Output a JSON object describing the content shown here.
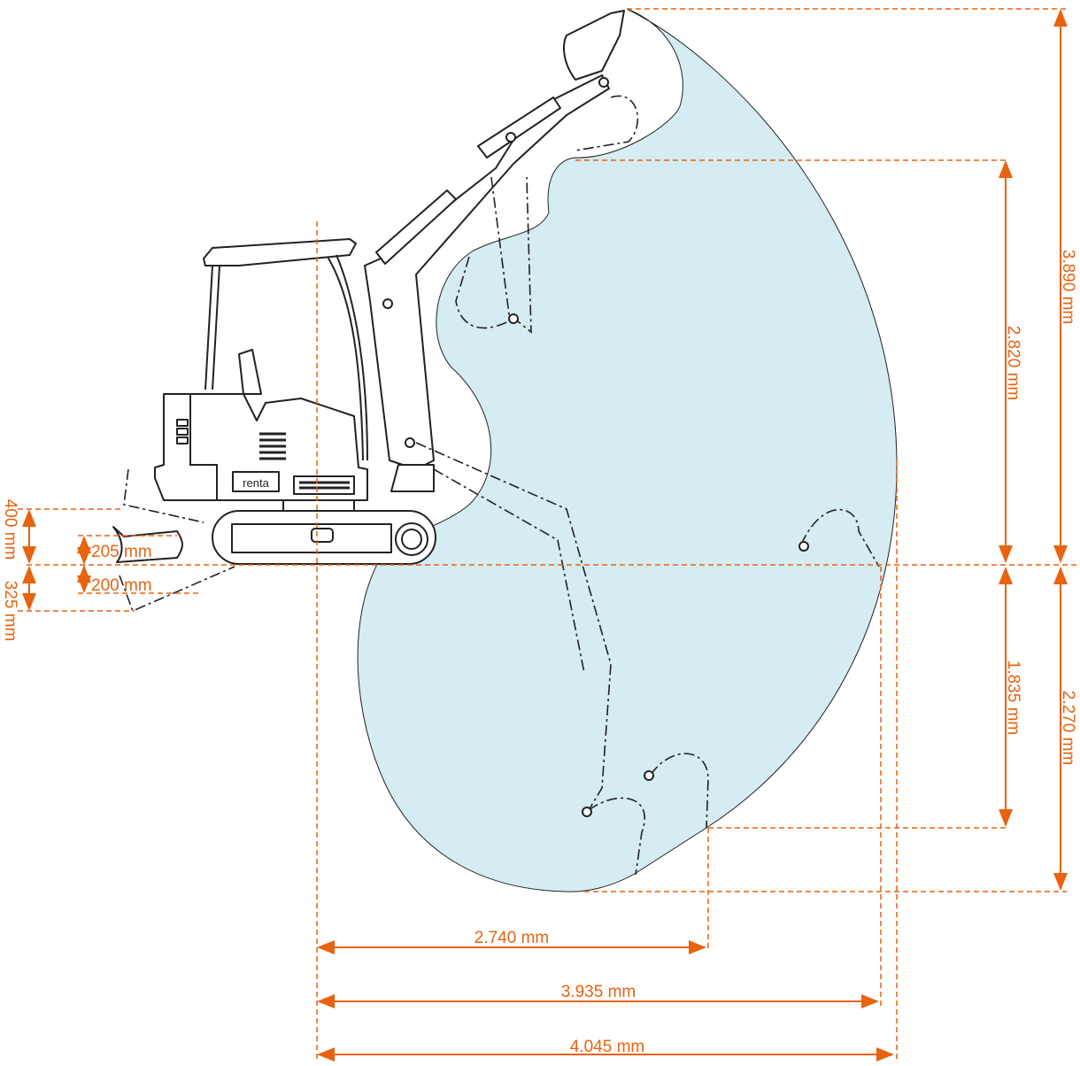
{
  "brand_label": "renta",
  "colors": {
    "dimension": "#e8620f",
    "working_area": "#d4ecf2"
  },
  "dimensions": {
    "max_dig_height": "3.890 mm",
    "max_dump_height": "2.820 mm",
    "vertical_dig_depth": "1.835 mm",
    "max_dig_depth": "2.270 mm",
    "reach_at_depth": "2.740 mm",
    "reach_at_ground": "3.935 mm",
    "max_reach": "4.045 mm",
    "blade_lift": "400 mm",
    "blade_depth": "325 mm",
    "blade_height_up": "205 mm",
    "blade_height_down": "200 mm"
  }
}
